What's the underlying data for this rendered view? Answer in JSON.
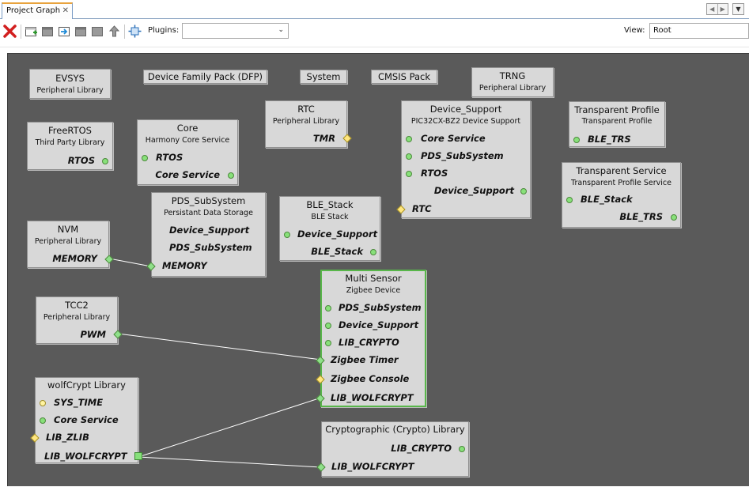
{
  "tab": {
    "label": "Project Graph",
    "close": "✕"
  },
  "toolbar": {
    "plugins_label": "Plugins:",
    "plugins_value": "",
    "view_label": "View:",
    "view_value": "Root"
  },
  "colors": {
    "canvas": "#5a5a5a",
    "node": "#d8d8d8",
    "selected_border": "#58b64a",
    "port_green": "#88e07a",
    "port_yellow": "#ffe680"
  },
  "nodes": {
    "evsys": {
      "title": "EVSYS",
      "subtitle": "Peripheral Library"
    },
    "dfp": {
      "title": "Device Family Pack (DFP)"
    },
    "system": {
      "title": "System"
    },
    "cmsis": {
      "title": "CMSIS Pack"
    },
    "trng": {
      "title": "TRNG",
      "subtitle": "Peripheral Library"
    },
    "rtc": {
      "title": "RTC",
      "subtitle": "Peripheral Library",
      "ports": [
        "TMR"
      ]
    },
    "device_support": {
      "title": "Device_Support",
      "subtitle": "PIC32CX-BZ2 Device Support",
      "ports": [
        "Core Service",
        "PDS_SubSystem",
        "RTOS",
        "Device_Support",
        "RTC"
      ]
    },
    "transparent_profile": {
      "title": "Transparent Profile",
      "subtitle": "Transparent Profile",
      "ports": [
        "BLE_TRS"
      ]
    },
    "freertos": {
      "title": "FreeRTOS",
      "subtitle": "Third Party Library",
      "ports": [
        "RTOS"
      ]
    },
    "core": {
      "title": "Core",
      "subtitle": "Harmony Core Service",
      "ports": [
        "RTOS",
        "Core Service"
      ]
    },
    "transparent_service": {
      "title": "Transparent Service",
      "subtitle": "Transparent Profile Service",
      "ports": [
        "BLE_Stack",
        "BLE_TRS"
      ]
    },
    "pds": {
      "title": "PDS_SubSystem",
      "subtitle": "Persistant Data Storage",
      "ports": [
        "Device_Support",
        "PDS_SubSystem",
        "MEMORY"
      ]
    },
    "ble_stack": {
      "title": "BLE_Stack",
      "subtitle": "BLE Stack",
      "ports": [
        "Device_Support",
        "BLE_Stack"
      ]
    },
    "nvm": {
      "title": "NVM",
      "subtitle": "Peripheral Library",
      "ports": [
        "MEMORY"
      ]
    },
    "multi_sensor": {
      "title": "Multi Sensor",
      "subtitle": "Zigbee Device",
      "ports": [
        "PDS_SubSystem",
        "Device_Support",
        "LIB_CRYPTO",
        "Zigbee Timer",
        "Zigbee Console",
        "LIB_WOLFCRYPT"
      ]
    },
    "tcc2": {
      "title": "TCC2",
      "subtitle": "Peripheral Library",
      "ports": [
        "PWM"
      ]
    },
    "wolfcrypt": {
      "title": "wolfCrypt Library",
      "ports": [
        "SYS_TIME",
        "Core Service",
        "LIB_ZLIB",
        "LIB_WOLFCRYPT"
      ]
    },
    "crypto": {
      "title": "Cryptographic (Crypto) Library",
      "ports": [
        "LIB_CRYPTO",
        "LIB_WOLFCRYPT"
      ]
    }
  }
}
